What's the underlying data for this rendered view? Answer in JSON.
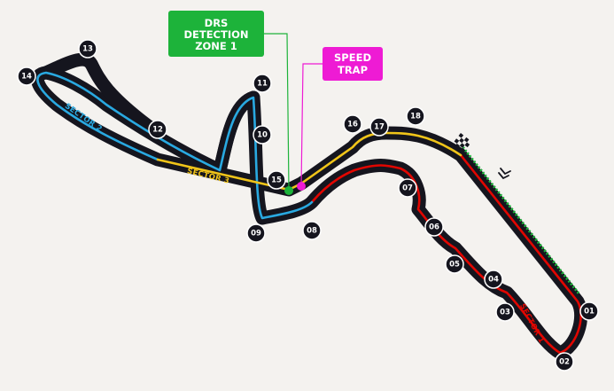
{
  "labels": {
    "drs_line1": "DRS",
    "drs_line2": "DETECTION",
    "drs_line3": "ZONE 1",
    "speed_line1": "SPEED",
    "speed_line2": "TRAP"
  },
  "sectors": [
    "SECTOR 1",
    "SECTOR 2",
    "SECTOR 3"
  ],
  "corners": [
    "01",
    "02",
    "03",
    "04",
    "05",
    "06",
    "07",
    "08",
    "09",
    "10",
    "11",
    "12",
    "13",
    "14",
    "15",
    "16",
    "17",
    "18"
  ],
  "colors": {
    "background": "#f4f2ef",
    "track": "#15151e",
    "sector1": "#e10600",
    "sector2": "#29a9e1",
    "sector3": "#f0c419",
    "drs": "#1db33a",
    "speed_trap": "#ee1bd4"
  },
  "icons": [
    "chequered-flag-icon",
    "direction-chevrons-icon"
  ]
}
